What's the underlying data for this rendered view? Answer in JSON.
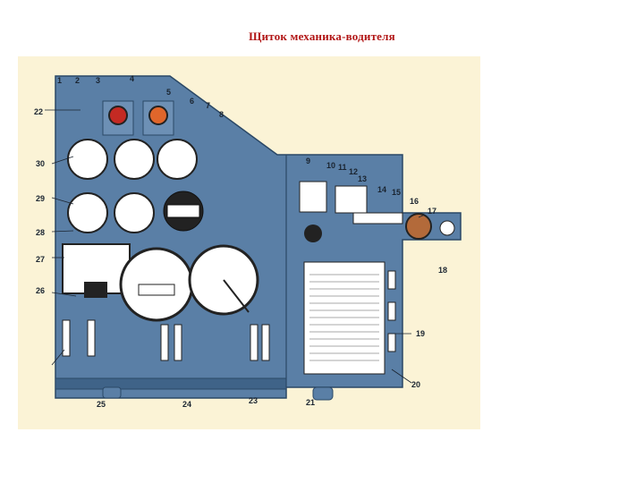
{
  "title": "Щиток механика-водителя",
  "callouts": {
    "c1": "1",
    "c2": "2",
    "c3": "3",
    "c4": "4",
    "c5": "5",
    "c6": "6",
    "c7": "7",
    "c8": "8",
    "c9": "9",
    "c10": "10",
    "c11": "11",
    "c12": "12",
    "c13": "13",
    "c14": "14",
    "c15": "15",
    "c16": "16",
    "c17": "17",
    "c18": "18",
    "c19": "19",
    "c20": "20",
    "c21": "21",
    "c22": "22",
    "c23": "23",
    "c24": "24",
    "c25": "25",
    "c26": "26",
    "c27": "27",
    "c28": "28",
    "c29": "29",
    "c30": "30"
  },
  "colors": {
    "panel": "#5a7fa6",
    "panel_dark": "#3f6388",
    "background": "#fbf3d6",
    "title": "#b11414"
  }
}
